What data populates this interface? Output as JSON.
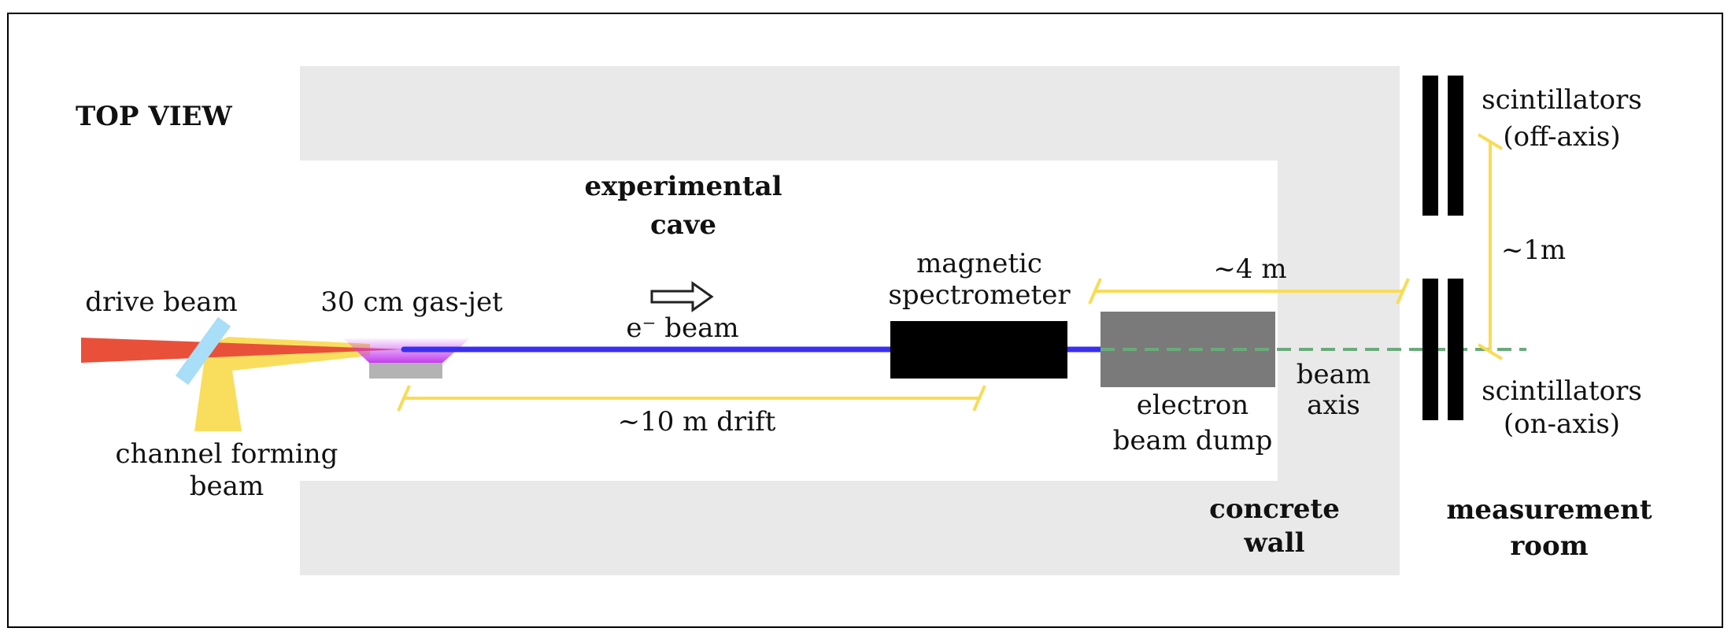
{
  "title": "TOP VIEW",
  "labels": {
    "cave": [
      "experimental",
      "cave"
    ],
    "e_beam": "e⁻ beam",
    "spectrometer": [
      "magnetic",
      "spectrometer"
    ],
    "drive_beam": "drive beam",
    "gas_jet": "30 cm gas-jet",
    "channel_beam": [
      "channel forming",
      "beam"
    ],
    "drift": "~10 m drift",
    "dist_4m": "~4 m",
    "beam_dump": [
      "electron",
      "beam dump"
    ],
    "beam_axis": [
      "beam",
      "axis"
    ],
    "wall": [
      "concrete",
      "wall"
    ],
    "room": [
      "measurement",
      "room"
    ],
    "scint_off": [
      "scintillators",
      "(off-axis)"
    ],
    "dist_1m": "~1m",
    "scint_on": [
      "scintillators",
      "(on-axis)"
    ]
  },
  "colors": {
    "wall": "#e9e9e9",
    "drive_beam": "#e9503a",
    "channel_beam": "#f9dc55",
    "mirror": "#a8def7",
    "electron_beam": "#3a2ff0",
    "gas_jet_base": "#b3b3b3",
    "plasma": "#c43cf0",
    "beam_dump": "#7a7a7a",
    "beam_axis": "#6aaa7a",
    "dimension": "#f9dc55"
  }
}
